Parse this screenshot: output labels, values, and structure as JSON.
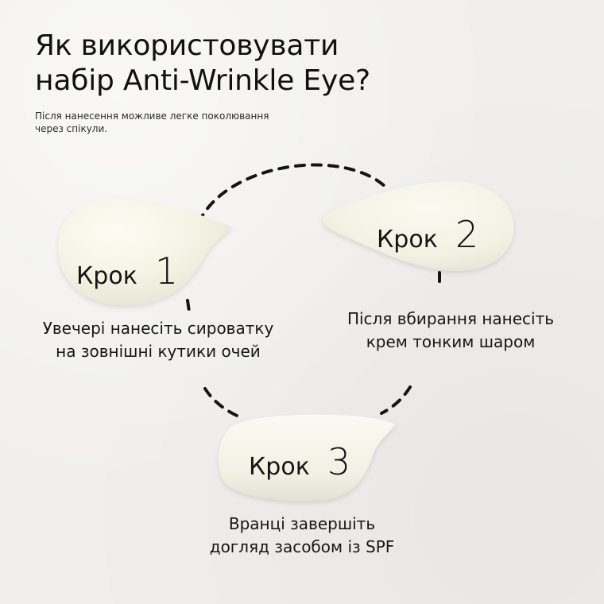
{
  "title": {
    "line1": "Як використовувати",
    "line2": "набір Anti-Wrinkle Eye?"
  },
  "subtitle": {
    "line1": "Після нанесення можливе легке поколювання",
    "line2": "через спікули."
  },
  "steps": [
    {
      "word": "Крок",
      "number": "1",
      "desc_line1": "Увечері нанесіть сироватку",
      "desc_line2": "на зовнішні кутики очей"
    },
    {
      "word": "Крок",
      "number": "2",
      "desc_line1": "Після вбирання нанесіть",
      "desc_line2": "крем тонким шаром"
    },
    {
      "word": "Крок",
      "number": "3",
      "desc_line1": "Вранці завершіть",
      "desc_line2": "догляд засобом із SPF"
    }
  ],
  "colors": {
    "background": "#f0efed",
    "text": "#141414",
    "swatch": "#f5f4e6",
    "dashed_line": "#151515"
  }
}
